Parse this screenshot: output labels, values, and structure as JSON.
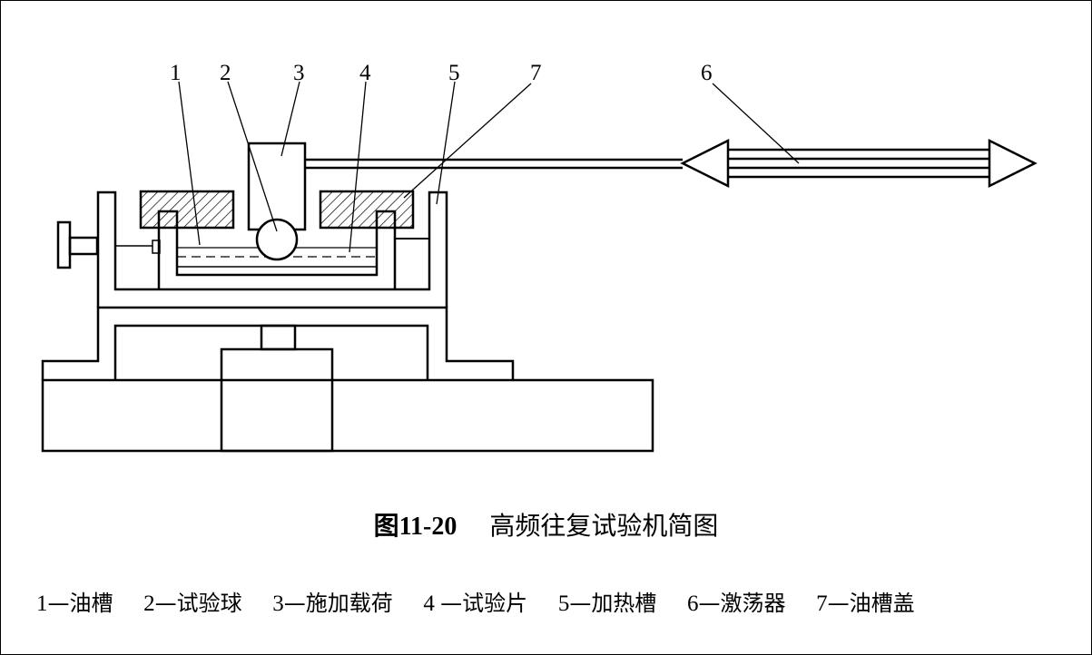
{
  "caption": {
    "figure_number": "图11-20",
    "title": "高频往复试验机简图"
  },
  "callouts": [
    "1",
    "2",
    "3",
    "4",
    "5",
    "7",
    "6"
  ],
  "legend": [
    {
      "number": "1",
      "dash": "—",
      "label": "油槽"
    },
    {
      "number": "2",
      "dash": "—",
      "label": "试验球"
    },
    {
      "number": "3",
      "dash": "—",
      "label": "施加载荷"
    },
    {
      "number": "4 ",
      "dash": "—",
      "label": "试验片"
    },
    {
      "number": "5",
      "dash": "—",
      "label": "加热槽"
    },
    {
      "number": "6",
      "dash": "—",
      "label": "激荡器"
    },
    {
      "number": "7",
      "dash": "—",
      "label": "油槽盖"
    }
  ],
  "colors": {
    "line": "#000000",
    "background": "#ffffff"
  }
}
